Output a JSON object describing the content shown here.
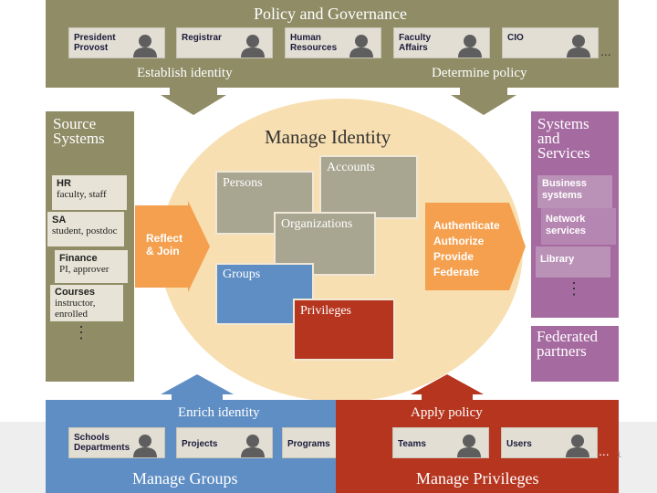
{
  "top": {
    "title": "Policy and Governance",
    "roles": [
      "President Provost",
      "Registrar",
      "Human Resources",
      "Faculty Affairs",
      "CIO"
    ],
    "ellipsis": "...",
    "left_label": "Establish identity",
    "right_label": "Determine policy"
  },
  "left_panel": {
    "title": "Source Systems",
    "sources": [
      {
        "title": "HR",
        "sub": "faculty, staff"
      },
      {
        "title": "SA",
        "sub": "student, postdoc"
      },
      {
        "title": "Finance",
        "sub": "PI, approver"
      },
      {
        "title": "Courses",
        "sub": "instructor, enrolled"
      }
    ],
    "ellipsis": "⋮"
  },
  "center": {
    "title": "Manage Identity",
    "left_arrow": "Reflect & Join",
    "right_arrow_lines": [
      "Authenticate",
      "Authorize",
      "Provide",
      "Federate"
    ],
    "boxes": {
      "persons": "Persons",
      "accounts": "Accounts",
      "organizations": "Organizations",
      "groups": "Groups",
      "privileges": "Privileges"
    }
  },
  "right_panel": {
    "title": "Systems and Services",
    "systems": [
      "Business systems",
      "Network services",
      "Library"
    ],
    "ellipsis": "⋮",
    "federated": "Federated partners"
  },
  "bottom_left": {
    "title": "Manage Groups",
    "label": "Enrich identity",
    "items": [
      "Schools Departments",
      "Projects",
      "Programs"
    ]
  },
  "bottom_right": {
    "title": "Manage Privileges",
    "label": "Apply policy",
    "items": [
      "Teams",
      "Users"
    ],
    "ellipsis": "..."
  },
  "page_number": "1",
  "colors": {
    "olive": "#8f8c66",
    "purple": "#a56aa0",
    "blue": "#5f8ec5",
    "red": "#b6351e",
    "orange": "#f5a04f",
    "oval": "#f8dfb1"
  }
}
